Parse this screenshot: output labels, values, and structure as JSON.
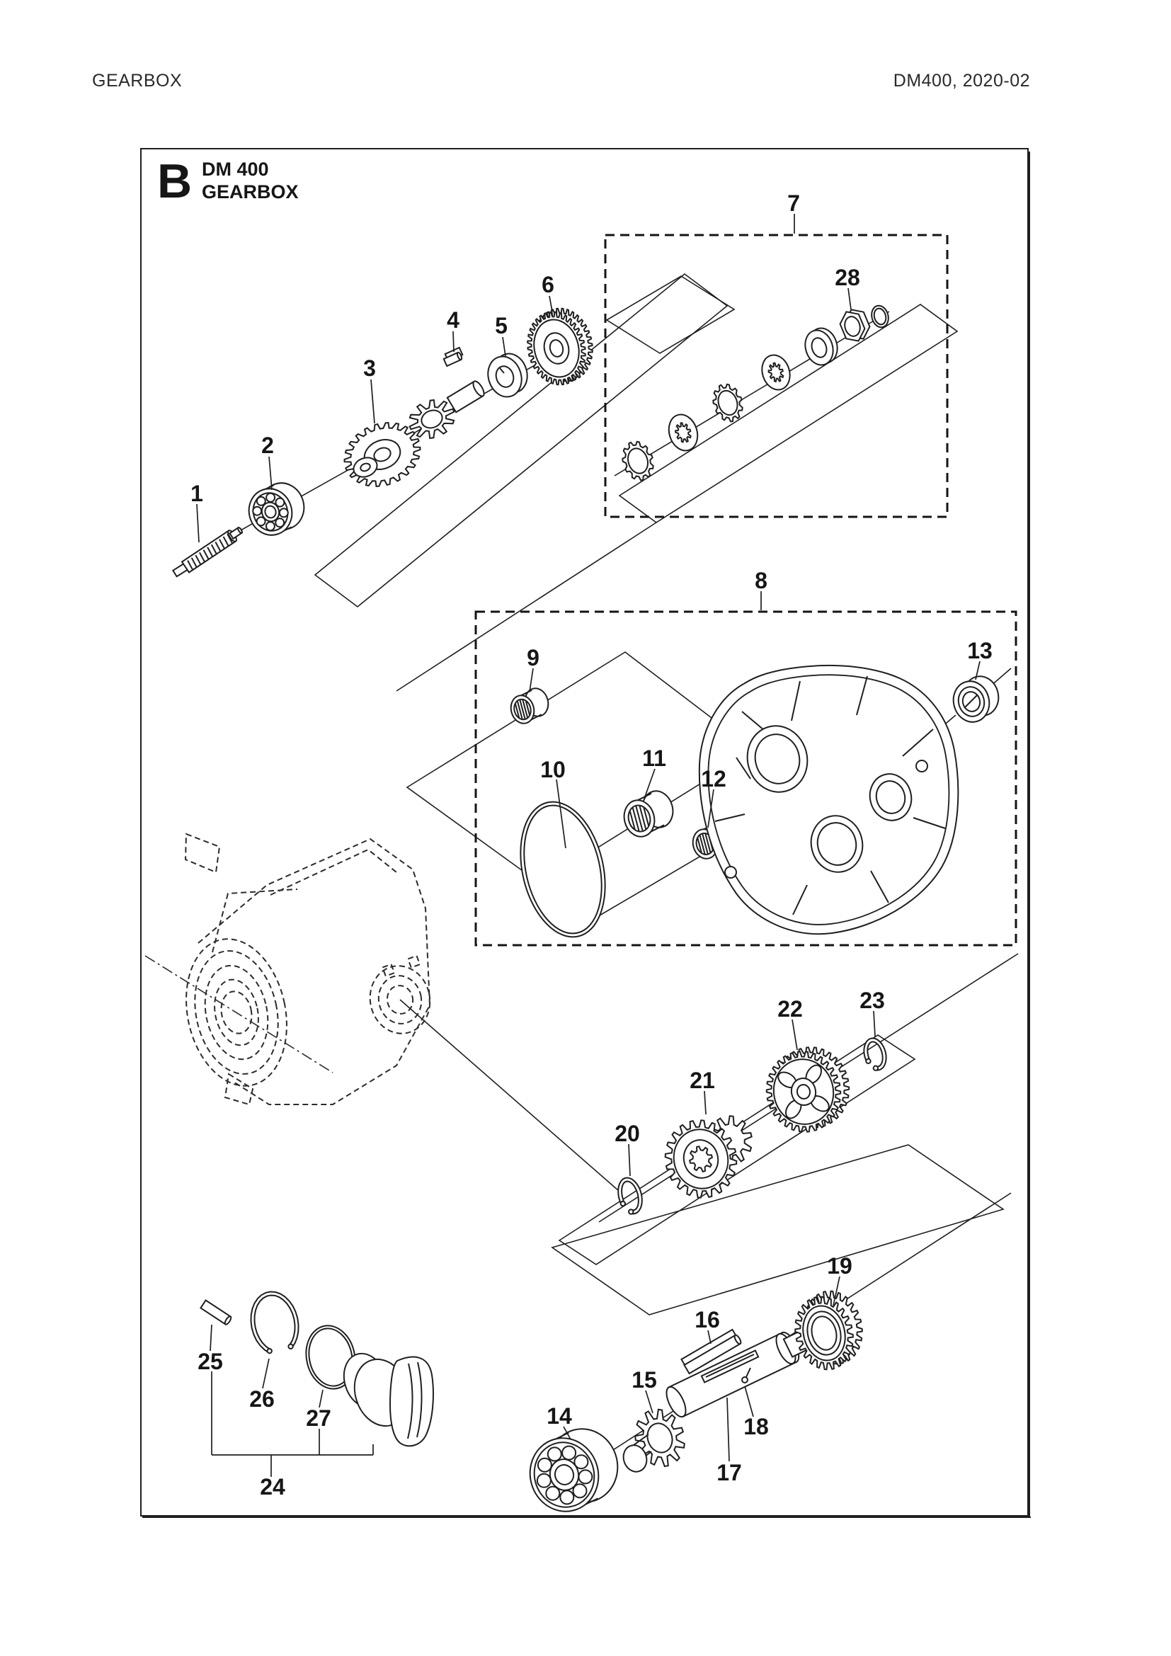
{
  "page": {
    "header_left": "GEARBOX",
    "header_right": "DM400, 2020-02"
  },
  "panel": {
    "letter": "B",
    "model": "DM 400",
    "section": "GEARBOX"
  },
  "callouts": {
    "c1": "1",
    "c2": "2",
    "c3": "3",
    "c4": "4",
    "c5": "5",
    "c6": "6",
    "c7": "7",
    "c8": "8",
    "c9": "9",
    "c10": "10",
    "c11": "11",
    "c12": "12",
    "c13": "13",
    "c14": "14",
    "c15": "15",
    "c16": "16",
    "c17": "17",
    "c18": "18",
    "c19": "19",
    "c20": "20",
    "c21": "21",
    "c22": "22",
    "c23": "23",
    "c24": "24",
    "c25": "25",
    "c26": "26",
    "c27": "27",
    "c28": "28"
  },
  "colors": {
    "ink": "#1f1f1f",
    "paper": "#ffffff"
  }
}
